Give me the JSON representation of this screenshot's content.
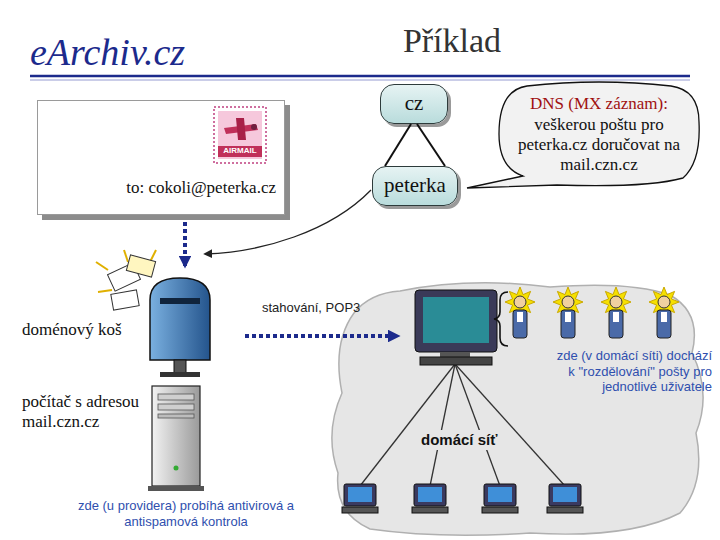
{
  "diagram": {
    "title": "Příklad",
    "nodes": [
      {
        "text": [
          "to: cokoli@peterka.cz"
        ]
      },
      {
        "text": [
          "cz"
        ]
      },
      {
        "text": [
          "peterka"
        ]
      },
      {
        "text": [
          "DNS (MX záznam):",
          "veškerou poštu pro peterka.cz doručovat na mail.czn.cz"
        ]
      },
      {
        "text": [
          "domácí síť"
        ]
      }
    ],
    "edges": [
      {
        "from": 1,
        "to": 2,
        "arrow": "none"
      },
      {
        "from": 1,
        "to": 2,
        "arrow": "none"
      }
    ],
    "labels": [
      "eArchiv.cz",
      "AIRMAIL",
      "doménový koš",
      "stahování, POP3",
      "počítač s adresou mail.czn.cz",
      "zde (u providera) probíhá antivirová a antispamová kontrola",
      "zde (v domácí síti) dochází k \"rozdělování\" pošty pro jednotlivé uživatele"
    ]
  }
}
